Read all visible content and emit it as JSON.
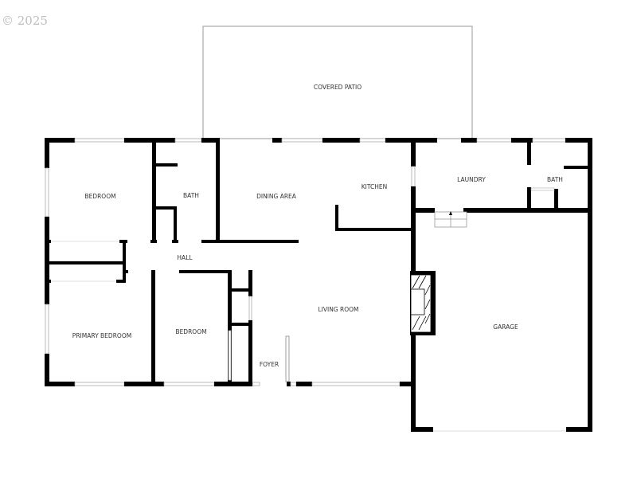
{
  "watermark": {
    "text": "© 2025"
  },
  "floorplan": {
    "rooms": {
      "covered_patio": "COVERED PATIO",
      "bedroom_1": "BEDROOM",
      "bath_1": "BATH",
      "dining_area": "DINING AREA",
      "kitchen": "KITCHEN",
      "laundry": "LAUNDRY",
      "bath_2": "BATH",
      "hall": "HALL",
      "primary_bedroom": "PRIMARY BEDROOM",
      "bedroom_2": "BEDROOM",
      "living_room": "LIVING ROOM",
      "foyer": "FOYER",
      "garage": "GARAGE"
    },
    "colors": {
      "wall": "#000000",
      "label": "#333333",
      "window": "#aaaaaa",
      "background": "#ffffff"
    }
  }
}
